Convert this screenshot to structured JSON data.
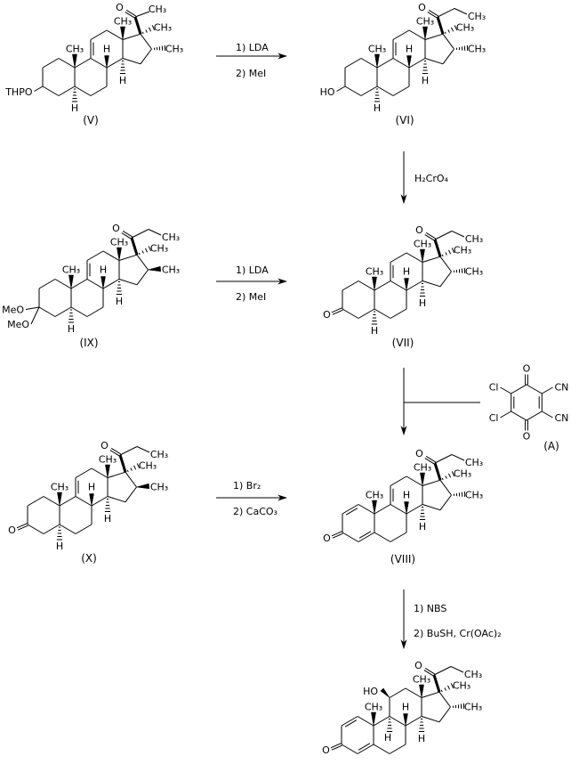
{
  "reagents": {
    "lda_mei_top": {
      "step1": "1) LDA",
      "step2": "2) MeI"
    },
    "lda_mei_mid": {
      "step1": "1) LDA",
      "step2": "2) MeI"
    },
    "chromic_acid": {
      "text": "H₂CrO₄"
    },
    "bromination": {
      "step1": "1) Br₂",
      "step2": "2) CaCO₃"
    },
    "nbs_reduction": {
      "step1": "1) NBS",
      "step2": "2) BuSH, Cr(OAc)₂"
    }
  },
  "quinone_a": {
    "label": "(A)",
    "cl_upper": "Cl",
    "cl_lower": "Cl",
    "cn_upper": "CN",
    "cn_lower": "CN",
    "o_top": "O",
    "o_bottom": "O"
  },
  "structures": [
    {
      "id": "v",
      "label": "(V)",
      "ring_a": "sub",
      "acyl": "acetyl",
      "c16_bond": "hash",
      "delta_9_11": true,
      "h5": true,
      "labels": {
        "c3": "THPO",
        "o20": "O",
        "me21": "CH₃",
        "me13": "CH₃",
        "me17": "CH₃",
        "me16": "CH₃",
        "me10": "CH₃",
        "h8": "H",
        "h14": "H",
        "h5": "H"
      }
    },
    {
      "id": "vi",
      "label": "(VI)",
      "ring_a": "sub",
      "acyl": "propionyl",
      "c16_bond": "hash",
      "delta_9_11": true,
      "h5": true,
      "labels": {
        "c3": "HO",
        "o20": "O",
        "me21": "CH₃",
        "me13": "CH₃",
        "me17": "CH₃",
        "me16": "CH₃",
        "me10": "CH₃",
        "h8": "H",
        "h14": "H",
        "h5": "H"
      }
    },
    {
      "id": "vii",
      "label": "(VII)",
      "ring_a": "ketone",
      "acyl": "propionyl",
      "c16_bond": "hash",
      "delta_9_11": true,
      "h5": true,
      "labels": {
        "o3": "O",
        "o20": "O",
        "me21": "CH₃",
        "me13": "CH₃",
        "me17": "CH₃",
        "me16": "CH₃",
        "me10": "CH₃",
        "h8": "H",
        "h14": "H",
        "h5": "H"
      }
    },
    {
      "id": "ix",
      "label": "(IX)",
      "ring_a": "ketal",
      "acyl": "propionyl",
      "c16_bond": "wedge",
      "delta_9_11": true,
      "h5": true,
      "labels": {
        "meo1": "MeO",
        "meo2": "MeO",
        "o20": "O",
        "me21": "CH₃",
        "me13": "CH₃",
        "me17": "CH₃",
        "me16": "CH₃",
        "me10": "CH₃",
        "h8": "H",
        "h14": "H",
        "h5": "H"
      }
    },
    {
      "id": "x",
      "label": "(X)",
      "ring_a": "ketone",
      "acyl": "propionyl",
      "c16_bond": "wedge",
      "delta_9_11": true,
      "h5": true,
      "labels": {
        "o3": "O",
        "o20": "O",
        "me21": "CH₃",
        "me13": "CH₃",
        "me17": "CH₃",
        "me16": "CH₃",
        "me10": "CH₃",
        "h8": "H",
        "h14": "H",
        "h5": "H"
      }
    },
    {
      "id": "viii",
      "label": "(VIII)",
      "ring_a": "dienone",
      "acyl": "propionyl",
      "c16_bond": "hash",
      "delta_9_11": true,
      "h5": false,
      "labels": {
        "o3": "O",
        "o20": "O",
        "me21": "CH₃",
        "me13": "CH₃",
        "me17": "CH₃",
        "me16": "CH₃",
        "me10": "CH₃",
        "h8": "H",
        "h14": "H"
      }
    },
    {
      "id": "product",
      "label": null,
      "ring_a": "dienone",
      "acyl": "propionyl",
      "c16_bond": "hash",
      "delta_9_11": false,
      "h5": false,
      "h9": true,
      "c11_oh": true,
      "labels": {
        "o3": "O",
        "ho11": "HO",
        "o20": "O",
        "me21": "CH₃",
        "me13": "CH₃",
        "me17": "CH₃",
        "me16": "CH₃",
        "me10": "CH₃",
        "h8": "H",
        "h14": "H",
        "h9": "H"
      }
    }
  ]
}
